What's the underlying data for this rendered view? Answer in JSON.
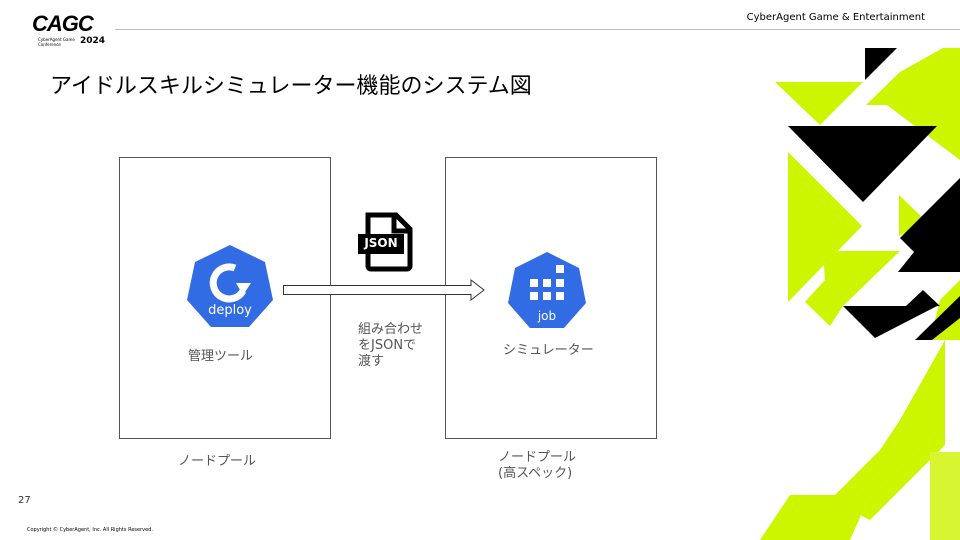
{
  "header": {
    "logo": "CAGC",
    "logo_sub": "CyberAgent Game Conference",
    "logo_year": "2024",
    "company": "CyberAgent Game & Entertainment"
  },
  "title": "アイドルスキルシミュレーター機能のシステム図",
  "diagram": {
    "left_icon_text": "deploy",
    "left_label": "管理ツール",
    "left_pool": "ノードプール",
    "file_icon_text": "JSON",
    "arrow_label_lines": [
      "組み合わせ",
      "をJSONで",
      "渡す"
    ],
    "right_icon_text": "job",
    "right_label": "シミュレーター",
    "right_pool_lines": [
      "ノードプール",
      "(高スペック)"
    ]
  },
  "footer": {
    "page": "27",
    "copyright": "Copyright © CyberAgent, Inc. All Rights Reserved."
  },
  "colors": {
    "accent": "#ccf500",
    "k8s_blue": "#326ce5"
  }
}
